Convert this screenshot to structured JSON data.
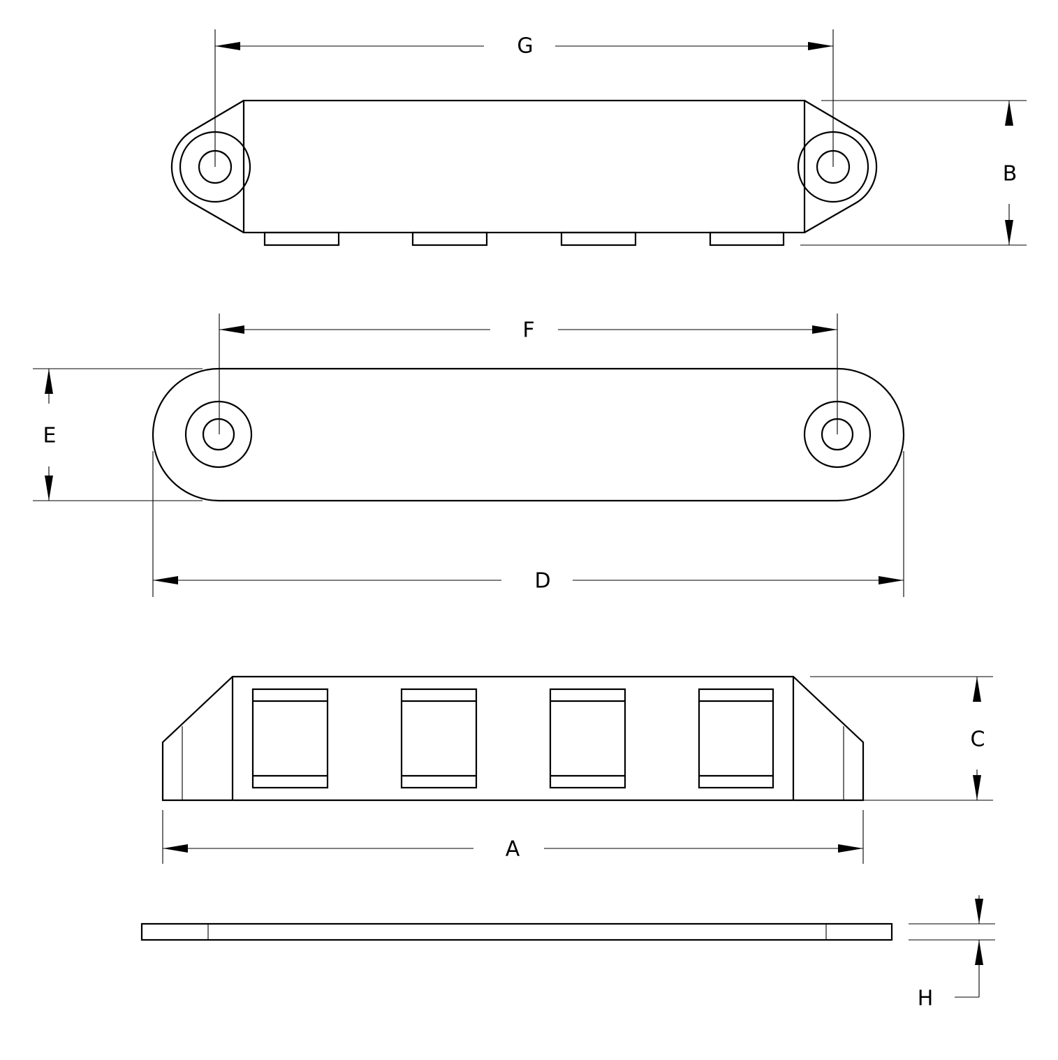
{
  "dimensions": {
    "A": "A",
    "B": "B",
    "C": "C",
    "D": "D",
    "E": "E",
    "F": "F",
    "G": "G",
    "H": "H"
  },
  "colors": {
    "stroke": "#000000",
    "background": "#ffffff"
  }
}
